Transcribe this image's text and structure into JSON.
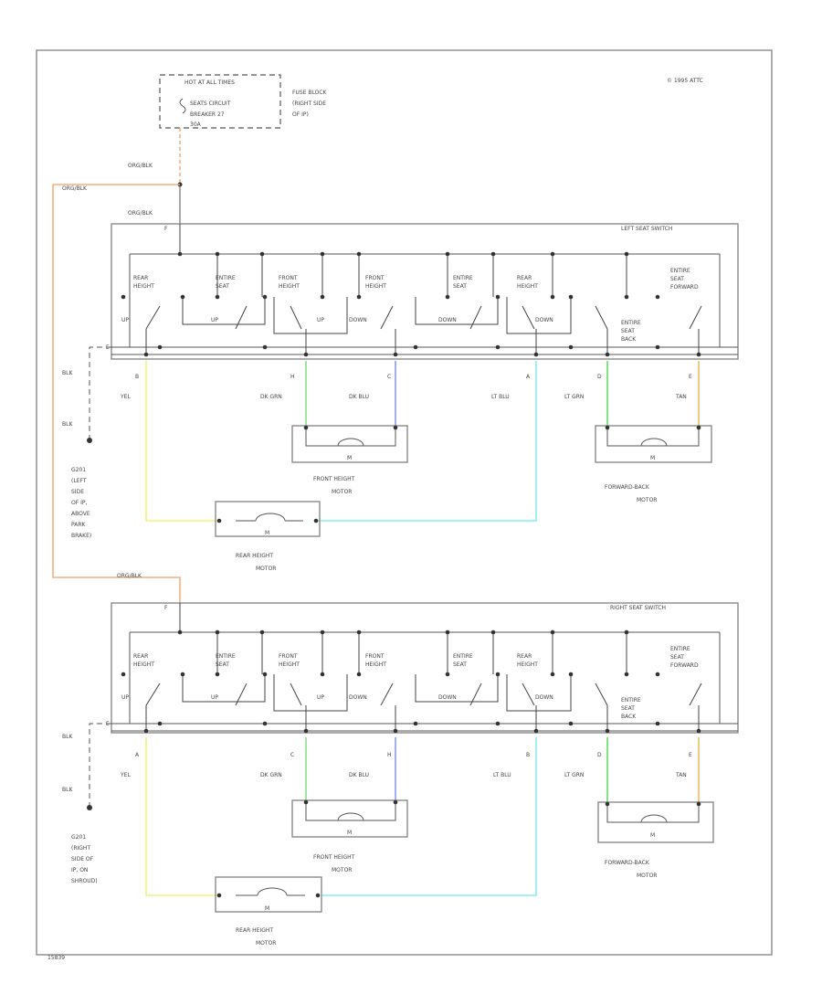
{
  "title_block": {
    "copyright": "© 1995 ATTC",
    "code": "15839"
  },
  "fuse": {
    "box_text": [
      "HOT AT ALL TIMES",
      "SEATS CIRCUIT",
      "BREAKER 27",
      "30A"
    ],
    "location": [
      "FUSE BLOCK",
      "(RIGHT SIDE",
      "OF IP)"
    ]
  },
  "wires": {
    "org_blk": "ORG/BLK",
    "blk": "BLK",
    "yel": "YEL",
    "dk_grn": "DK GRN",
    "dk_blu": "DK BLU",
    "lt_blu": "LT BLU",
    "lt_grn": "LT GRN",
    "tan": "TAN"
  },
  "colors": {
    "org_blk": "#f0b080",
    "yel": "#f2f27a",
    "dk_grn": "#88dd88",
    "dk_blu": "#8899ee",
    "lt_blu": "#88eeee",
    "lt_grn": "#66dd66",
    "tan": "#e8c060",
    "frame": "#8a8a8a"
  },
  "left_switch": {
    "name": "LEFT SEAT SWITCH",
    "sections": {
      "rear_height": [
        "REAR",
        "HEIGHT"
      ],
      "entire_seat": [
        "ENTIRE",
        "SEAT"
      ],
      "front_height": [
        "FRONT",
        "HEIGHT"
      ],
      "front_height_2": [
        "FRONT",
        "HEIGHT"
      ],
      "entire_seat_2": [
        "ENTIRE",
        "SEAT"
      ],
      "rear_height_2": [
        "REAR",
        "HEIGHT"
      ],
      "entire_seat_forward": [
        "ENTIRE",
        "SEAT",
        "FORWARD"
      ],
      "entire_seat_back": [
        "ENTIRE",
        "SEAT",
        "BACK"
      ],
      "up": "UP",
      "down": "DOWN"
    },
    "pins": {
      "top": "F",
      "gnd": "E",
      "p1": "B",
      "p2": "H",
      "p3": "C",
      "p4": "A",
      "p5": "D",
      "p6": "E"
    }
  },
  "right_switch": {
    "name": "RIGHT SEAT SWITCH",
    "pins": {
      "top": "F",
      "gnd": "E",
      "p1": "A",
      "p2": "C",
      "p3": "H",
      "p4": "B",
      "p5": "D",
      "p6": "E"
    }
  },
  "motors": {
    "front_height": [
      "FRONT HEIGHT",
      "MOTOR"
    ],
    "forward_back": [
      "FORWARD-BACK",
      "MOTOR"
    ],
    "rear_height": [
      "REAR HEIGHT",
      "MOTOR"
    ],
    "symbol": "M"
  },
  "grounds": {
    "left": [
      "G201",
      "(LEFT",
      "SIDE",
      "OF IP,",
      "ABOVE",
      "PARK",
      "BRAKE)"
    ],
    "right": [
      "G201",
      "(RIGHT",
      "SIDE OF",
      "IP, ON",
      "SHROUD)"
    ]
  }
}
